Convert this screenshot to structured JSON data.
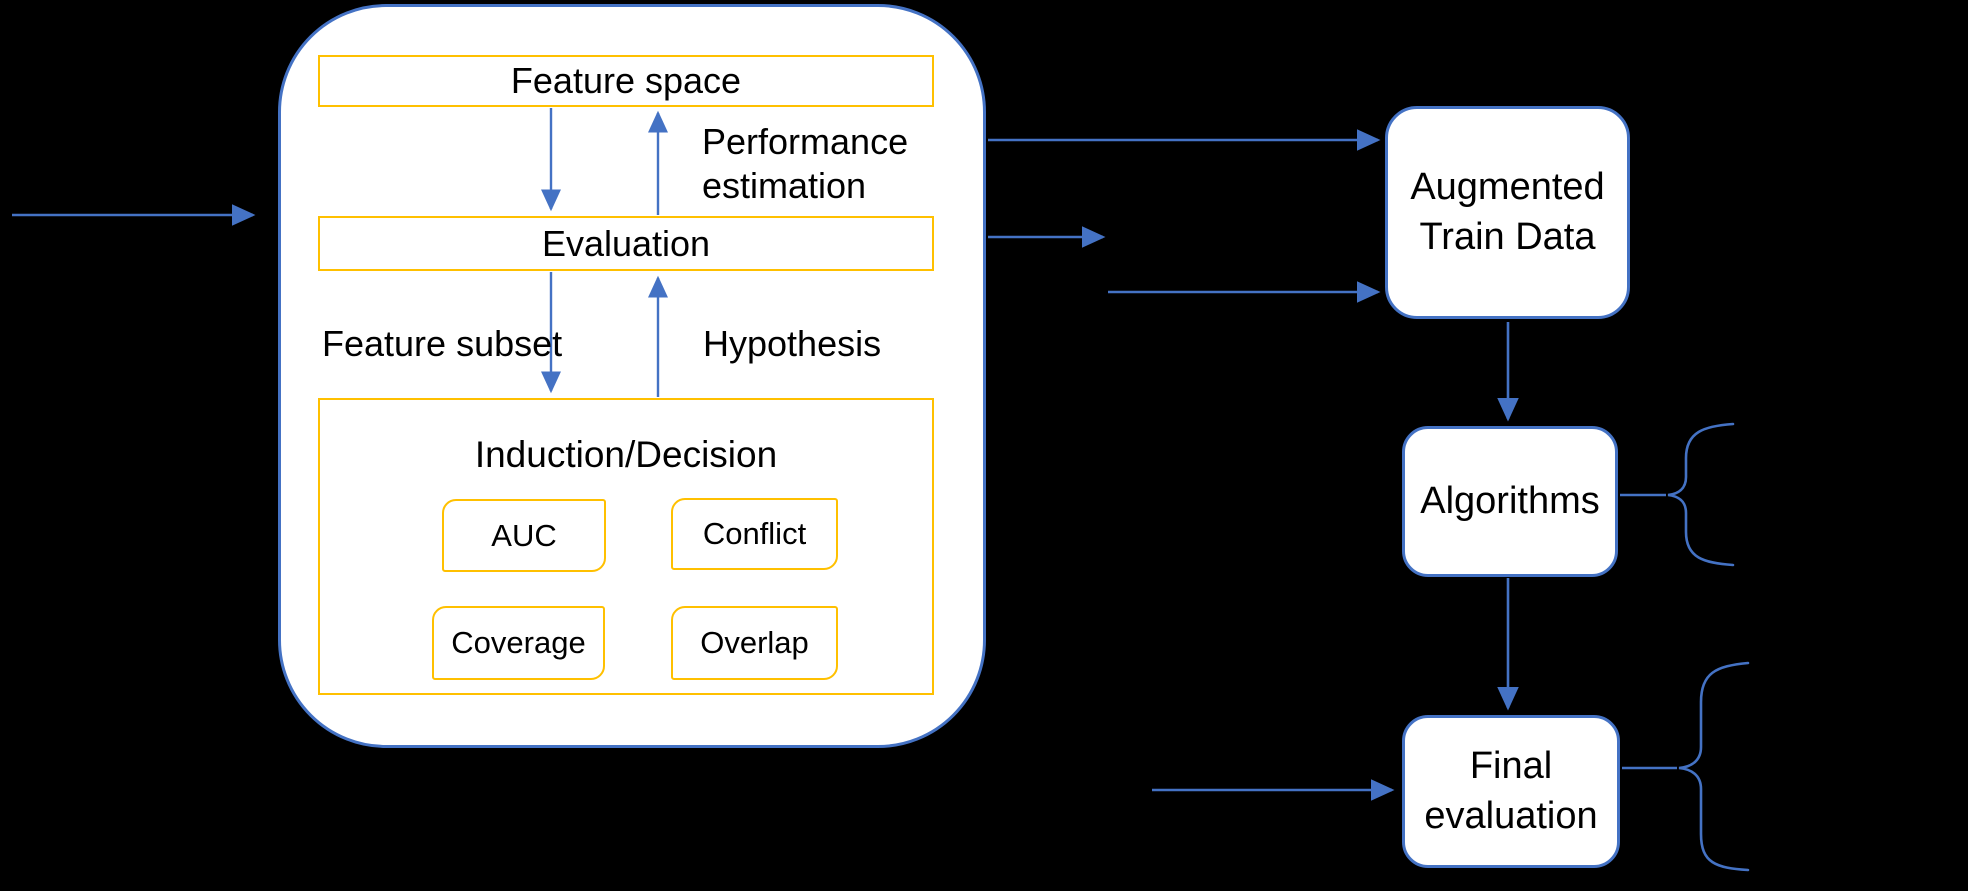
{
  "colors": {
    "background": "#000000",
    "accent_blue": "#4472C4",
    "accent_yellow": "#FFC000",
    "dot_fill": "#4472C4",
    "dot_border": "#2F5597",
    "box_fill": "#FFFFFF",
    "text": "#000000"
  },
  "selection_module": {
    "feature_space_label": "Feature space",
    "evaluation_label": "Evaluation",
    "induction_label": "Induction/Decision",
    "auc_label": "AUC",
    "conflict_label": "Conflict",
    "coverage_label": "Coverage",
    "overlap_label": "Overlap",
    "performance_line1": "Performance",
    "performance_line2": "estimation",
    "feature_subset_label": "Feature subset",
    "hypothesis_label": "Hypothesis"
  },
  "right_flow": {
    "augmented_line1": "Augmented",
    "augmented_line2": "Train Data",
    "algorithms_label": "Algorithms",
    "final_line1": "Final",
    "final_line2": "evaluation"
  }
}
